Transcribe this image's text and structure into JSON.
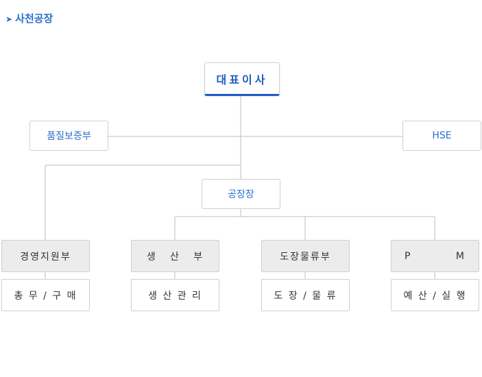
{
  "title": "사천공장",
  "title_arrow": "➤",
  "ceo": "대표이사",
  "quality": "품질보증부",
  "hse": "HSE",
  "plant_head": "공장장",
  "departments": [
    {
      "name": "경영지원부",
      "sub": "총 무 / 구 매"
    },
    {
      "name": "생   산   부",
      "sub": "생 산 관 리"
    },
    {
      "name": "도장물류부",
      "sub": "도 장 / 물 류"
    },
    {
      "name": "P          M",
      "sub": "예 산 / 실 행"
    }
  ],
  "colors": {
    "accent": "#1f5cc2",
    "text_blue": "#2a6fc9",
    "line": "#bdbdbd",
    "dept_bg": "#ececec"
  }
}
